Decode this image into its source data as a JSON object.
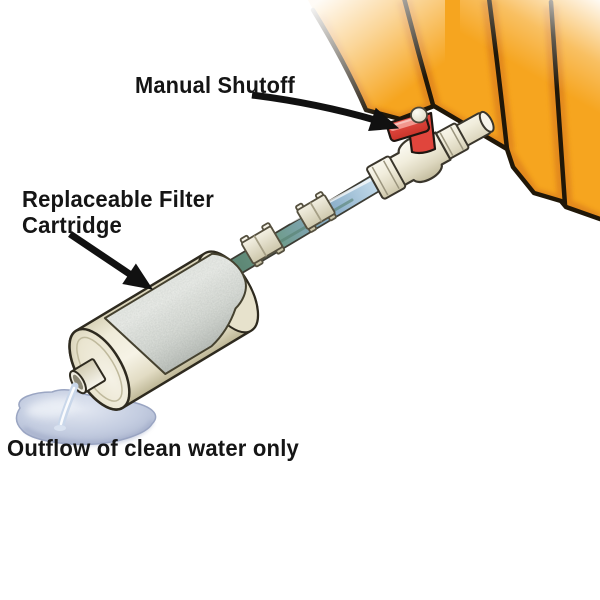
{
  "diagram": {
    "labels": {
      "manual_shutoff": "Manual Shutoff",
      "filter_line1": "Replaceable Filter",
      "filter_line2": "Cartridge",
      "outflow": "Outflow of clean water only"
    },
    "colors": {
      "background": "#FFFFFF",
      "text": "#151515",
      "arrow": "#111111",
      "wall_orange": "#F6A51F",
      "wall_shading_orange": "#D97C1E",
      "wall_outline": "#201708",
      "valve_handle_red": "#E0453C",
      "valve_handle_highlight": "#F2968E",
      "fitting_cream": "#EFEBDA",
      "tube_water_blue": "#8FB2CC",
      "tube_water_teal": "#6F9C8C",
      "filter_shell_cream": "#F1EDDD",
      "filter_media_gray": "#ECEEE9",
      "puddle_blue": "#C3CCE0",
      "stream_blue": "#C9D7EA"
    }
  }
}
